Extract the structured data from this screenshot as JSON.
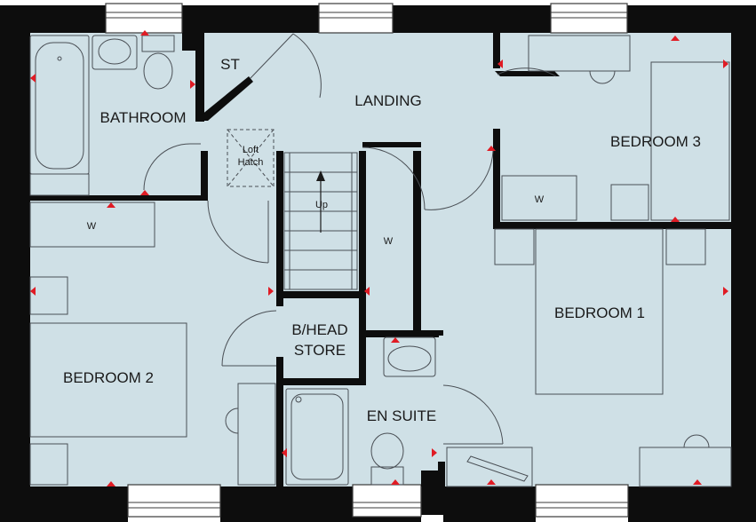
{
  "colors": {
    "floor": "#cfe0e6",
    "wall": "#0d0d0d",
    "marker": "#e01b24",
    "fixture": "#4a4f55"
  },
  "rooms": {
    "bathroom": "BATHROOM",
    "st": "ST",
    "landing": "LANDING",
    "bedroom3": "BEDROOM 3",
    "bedroom1": "BEDROOM 1",
    "bedroom2": "BEDROOM 2",
    "bhead_line1": "B/HEAD",
    "bhead_line2": "STORE",
    "ensuite": "EN SUITE"
  },
  "labels": {
    "loft_line1": "Loft",
    "loft_line2": "Hatch",
    "stairs_up": "Up",
    "wardrobe": "W"
  },
  "icons": {
    "marker": "triangle-marker-icon",
    "stairs_arrow": "arrow-up-icon"
  }
}
